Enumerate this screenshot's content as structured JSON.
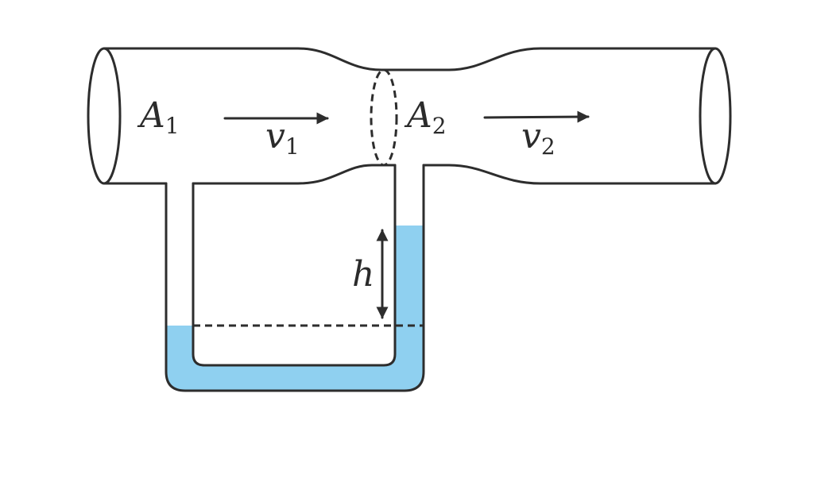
{
  "labels": {
    "a1": {
      "main": "A",
      "sub": "1"
    },
    "a2": {
      "main": "A",
      "sub": "2"
    },
    "v1": {
      "main": "v",
      "sub": "1"
    },
    "v2": {
      "main": "v",
      "sub": "2"
    },
    "h": "h"
  },
  "colors": {
    "outline": "#2d2d2d",
    "liquid": "#8fd0f0",
    "background": "#ffffff"
  }
}
